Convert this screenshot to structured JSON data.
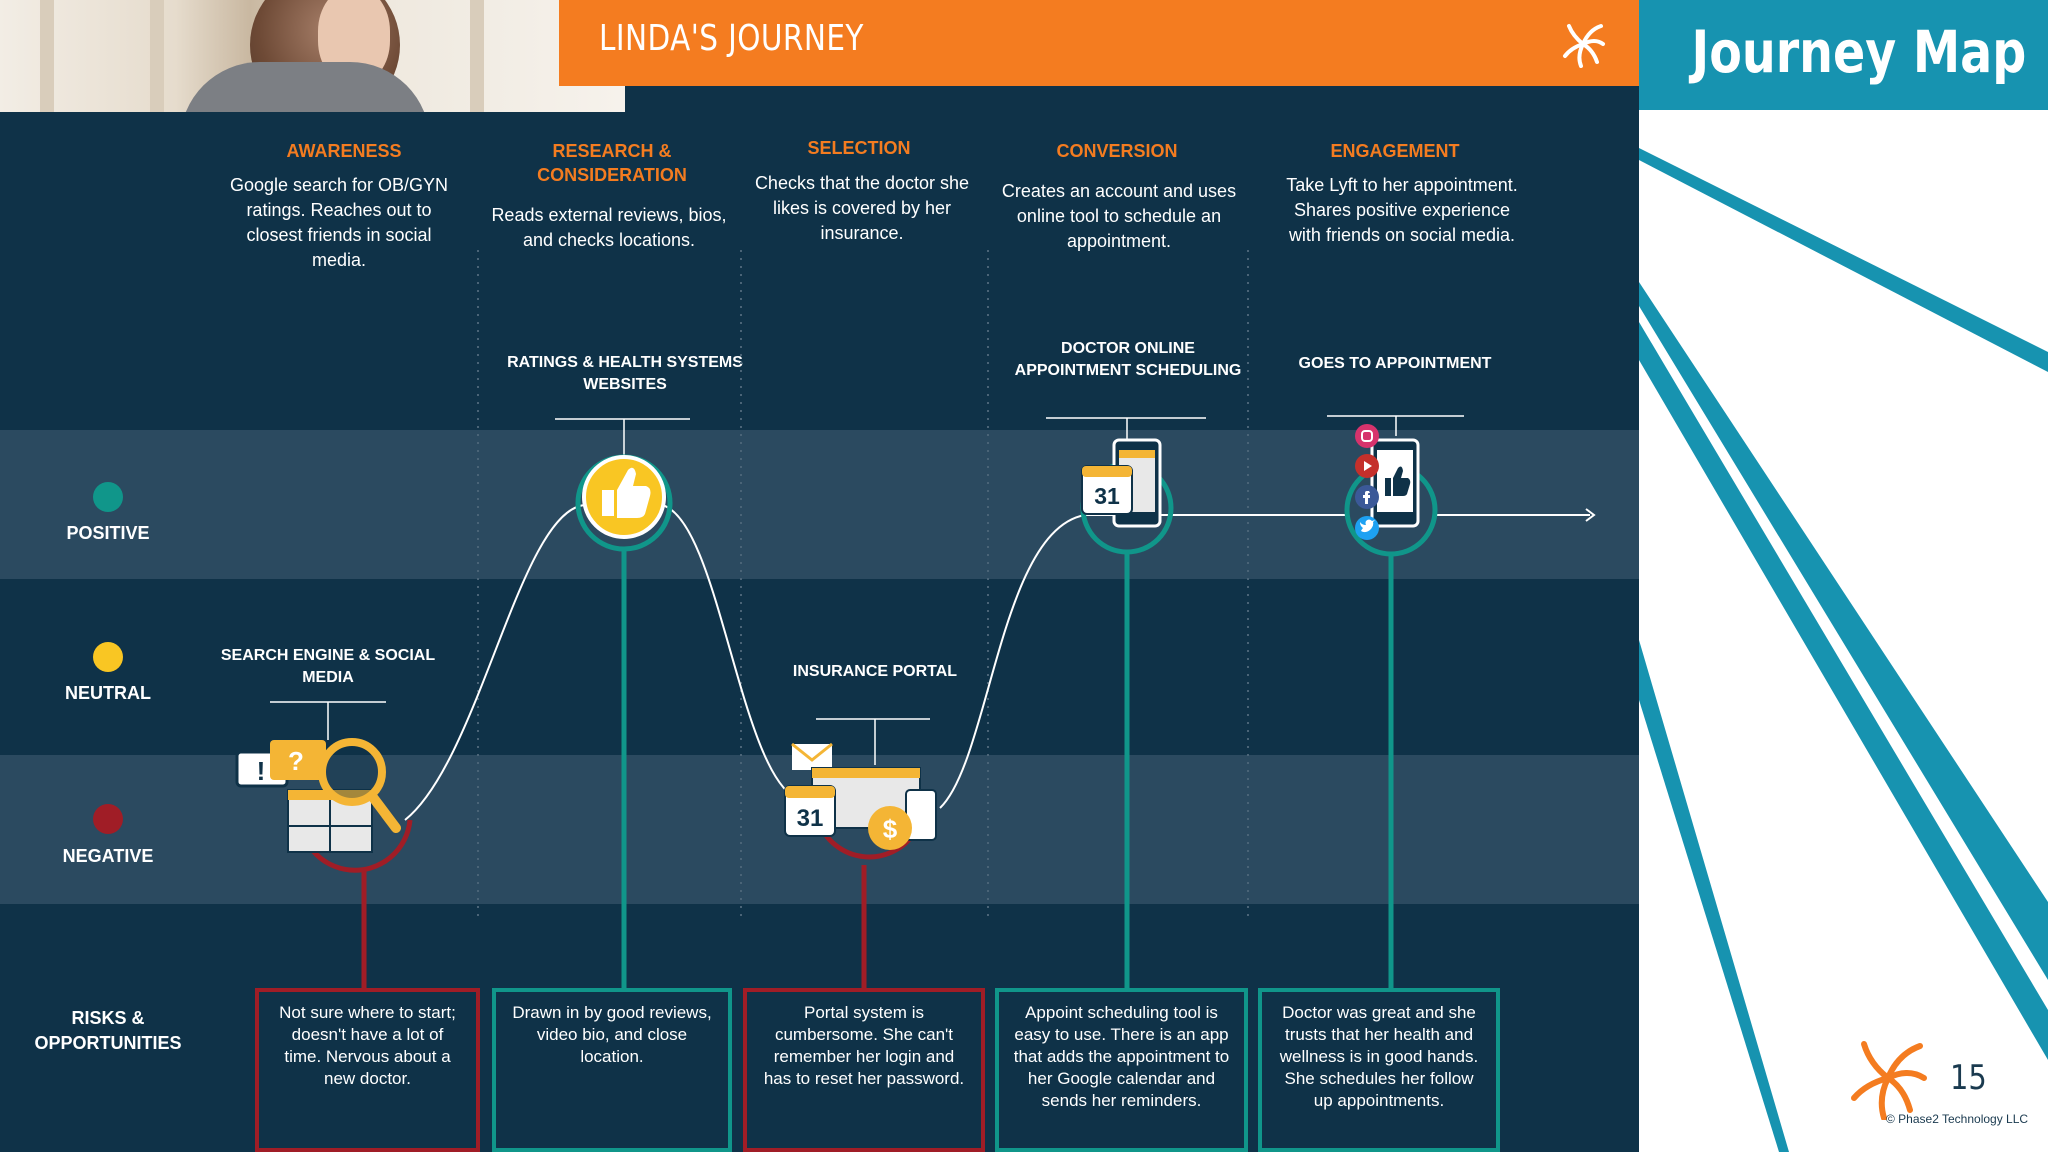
{
  "header": {
    "title": "LINDA'S JOURNEY",
    "side_title": "Journey Map"
  },
  "stages": [
    {
      "title": "AWARENESS",
      "description": "Google search for OB/GYN ratings. Reaches out to closest friends in social media."
    },
    {
      "title": "RESEARCH & CONSIDERATION",
      "description": "Reads external reviews, bios, and checks locations."
    },
    {
      "title": "SELECTION",
      "description": "Checks that the doctor she likes is covered by her insurance."
    },
    {
      "title": "CONVERSION",
      "description": "Creates an account and uses online tool to schedule an appointment."
    },
    {
      "title": "ENGAGEMENT",
      "description": "Take Lyft to her appointment. Shares positive experience with friends on social media."
    }
  ],
  "touchpoints": [
    {
      "label": "SEARCH ENGINE & SOCIAL MEDIA",
      "emotion": "negative",
      "icon": "search-magnifier-icon"
    },
    {
      "label": "RATINGS & HEALTH SYSTEMS WEBSITES",
      "emotion": "positive",
      "icon": "thumbs-up-icon"
    },
    {
      "label": "INSURANCE PORTAL",
      "emotion": "negative",
      "icon": "insurance-portal-icon"
    },
    {
      "label": "DOCTOR ONLINE APPOINTMENT SCHEDULING",
      "emotion": "positive",
      "icon": "calendar-phone-icon"
    },
    {
      "label": "GOES TO APPOINTMENT",
      "emotion": "positive",
      "icon": "social-phone-icon"
    }
  ],
  "emotions": [
    {
      "label": "POSITIVE",
      "color": "#10968a"
    },
    {
      "label": "NEUTRAL",
      "color": "#f9c623"
    },
    {
      "label": "NEGATIVE",
      "color": "#a01d26"
    }
  ],
  "risks_label": "RISKS & OPPORTUNITIES",
  "risks": [
    {
      "text": "Not sure where to start; doesn't have a lot of time. Nervous about a new doctor.",
      "tone": "red"
    },
    {
      "text": "Drawn in by good reviews, video bio, and close location.",
      "tone": "teal"
    },
    {
      "text": "Portal system is cumbersome. She can't remember her login and has to reset her password.",
      "tone": "red"
    },
    {
      "text": "Appoint scheduling tool is easy to use. There is an app that adds the appointment to her Google calendar and sends her reminders.",
      "tone": "teal"
    },
    {
      "text": "Doctor was great and she trusts that her health and wellness is in good hands. She schedules her follow up appointments.",
      "tone": "teal"
    }
  ],
  "icon_text": {
    "calendar_day": "31",
    "dollar": "$"
  },
  "footer": {
    "page_number": "15",
    "copyright": "© Phase2 Technology LLC"
  },
  "colors": {
    "background": "#0f3248",
    "band": "#2b4a60",
    "accent": "#f47c20",
    "positive": "#10968a",
    "neutral": "#f9c623",
    "negative": "#a01d26",
    "side_header": "#1793b0"
  }
}
